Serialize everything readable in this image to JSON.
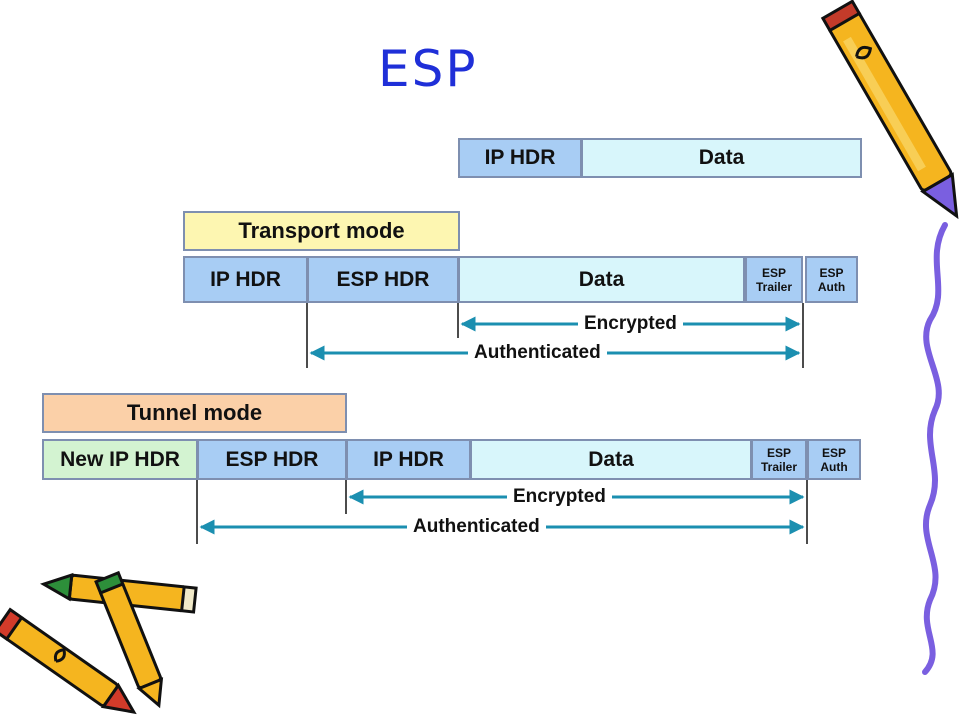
{
  "title": "ESP",
  "original": {
    "ip_hdr": "IP HDR",
    "data": "Data"
  },
  "transport": {
    "mode_label": "Transport mode",
    "ip_hdr": "IP HDR",
    "esp_hdr": "ESP HDR",
    "data": "Data",
    "esp_trailer": "ESP Trailer",
    "esp_auth": "ESP Auth",
    "encrypted": "Encrypted",
    "authenticated": "Authenticated"
  },
  "tunnel": {
    "mode_label": "Tunnel mode",
    "new_ip_hdr": "New IP HDR",
    "esp_hdr": "ESP HDR",
    "ip_hdr": "IP HDR",
    "data": "Data",
    "esp_trailer": "ESP Trailer",
    "esp_auth": "ESP Auth",
    "encrypted": "Encrypted",
    "authenticated": "Authenticated"
  },
  "colors": {
    "title": "#1f2fd8",
    "header_fill": "#a8cdf4",
    "data_fill": "#d8f6fb",
    "transport_fill": "#fdf6b1",
    "tunnel_fill": "#fbd0a8",
    "new_ip_fill": "#d3f3d1",
    "arrow": "#1b8fb0"
  },
  "decorations": [
    "pencil-icon",
    "crossed-pencils-icon",
    "squiggle-line"
  ]
}
